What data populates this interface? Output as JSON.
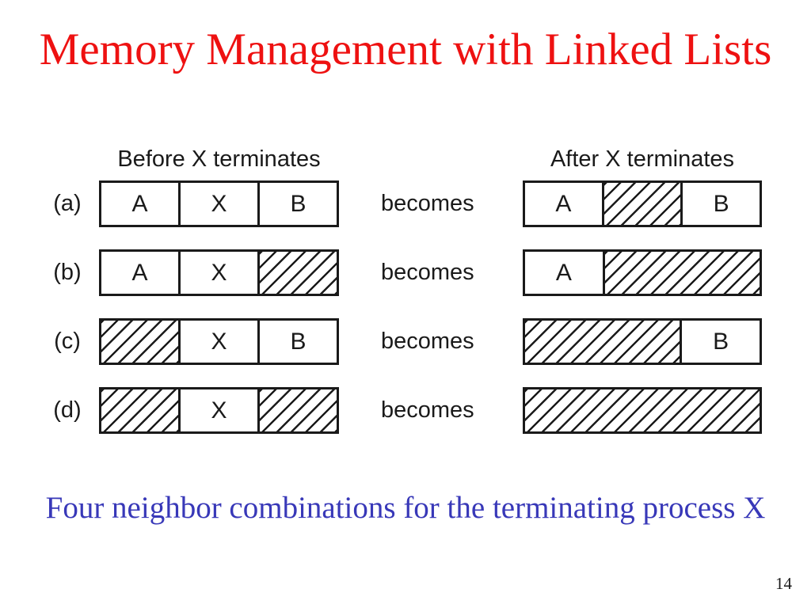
{
  "slide": {
    "title": "Memory Management with Linked Lists",
    "caption": "Four neighbor combinations for the terminating process X",
    "page_number": "14"
  },
  "colors": {
    "title": "#ee1111",
    "caption": "#3838b8",
    "ink": "#1a1a1a"
  },
  "diagram": {
    "before_header": "Before X terminates",
    "after_header": "After X terminates",
    "becomes_label": "becomes",
    "rows": [
      {
        "label": "(a)",
        "before": [
          {
            "text": "A",
            "hatched": false,
            "flex": 1
          },
          {
            "text": "X",
            "hatched": false,
            "flex": 1
          },
          {
            "text": "B",
            "hatched": false,
            "flex": 1
          }
        ],
        "after": [
          {
            "text": "A",
            "hatched": false,
            "flex": 1
          },
          {
            "text": "",
            "hatched": true,
            "flex": 1
          },
          {
            "text": "B",
            "hatched": false,
            "flex": 1
          }
        ]
      },
      {
        "label": "(b)",
        "before": [
          {
            "text": "A",
            "hatched": false,
            "flex": 1
          },
          {
            "text": "X",
            "hatched": false,
            "flex": 1
          },
          {
            "text": "",
            "hatched": true,
            "flex": 1
          }
        ],
        "after": [
          {
            "text": "A",
            "hatched": false,
            "flex": 1
          },
          {
            "text": "",
            "hatched": true,
            "flex": 2
          }
        ]
      },
      {
        "label": "(c)",
        "before": [
          {
            "text": "",
            "hatched": true,
            "flex": 1
          },
          {
            "text": "X",
            "hatched": false,
            "flex": 1
          },
          {
            "text": "B",
            "hatched": false,
            "flex": 1
          }
        ],
        "after": [
          {
            "text": "",
            "hatched": true,
            "flex": 2
          },
          {
            "text": "B",
            "hatched": false,
            "flex": 1
          }
        ]
      },
      {
        "label": "(d)",
        "before": [
          {
            "text": "",
            "hatched": true,
            "flex": 1
          },
          {
            "text": "X",
            "hatched": false,
            "flex": 1
          },
          {
            "text": "",
            "hatched": true,
            "flex": 1
          }
        ],
        "after": [
          {
            "text": "",
            "hatched": true,
            "flex": 1
          }
        ]
      }
    ]
  }
}
